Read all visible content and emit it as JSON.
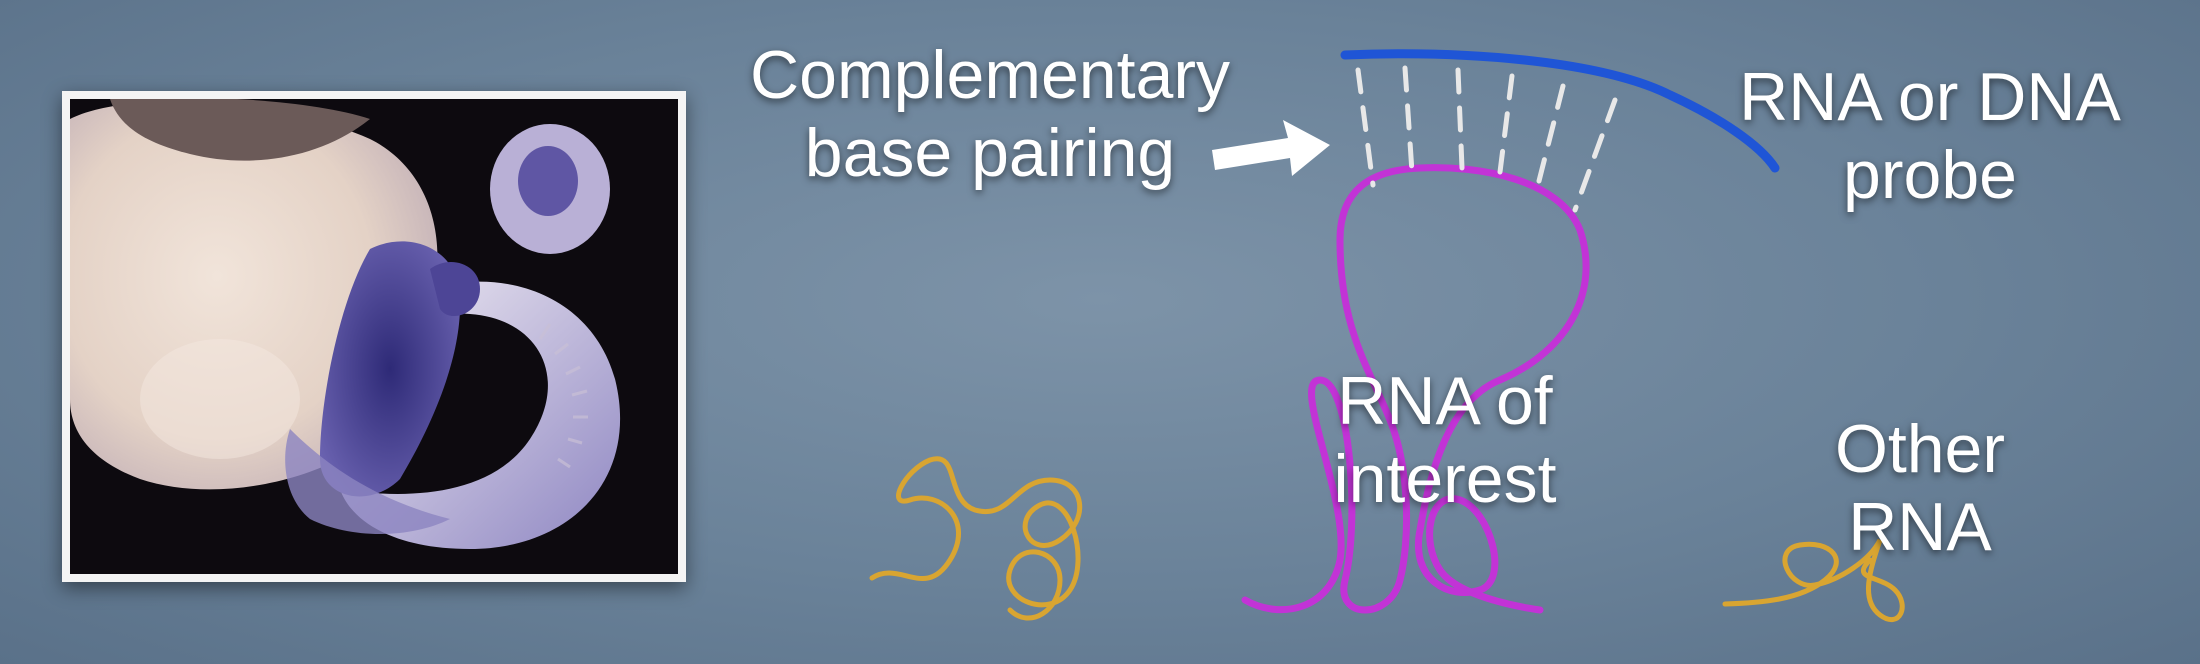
{
  "labels": {
    "complementary": [
      "Complementary",
      "base pairing"
    ],
    "probe": [
      "RNA or DNA",
      "probe"
    ],
    "rna_of_interest": [
      "RNA of",
      "interest"
    ],
    "other_rna": [
      "Other",
      "RNA"
    ]
  },
  "colors": {
    "background": "#6a8299",
    "probe_strand": "#1f55d6",
    "rna_of_interest": "#c233d6",
    "other_rna": "#d9a531",
    "base_pair_ticks": "#e8e8e8",
    "arrow": "#ffffff"
  },
  "icons": {
    "photo": "embryo-in-situ-hybridization-photo",
    "arrow": "arrow-right-icon"
  }
}
